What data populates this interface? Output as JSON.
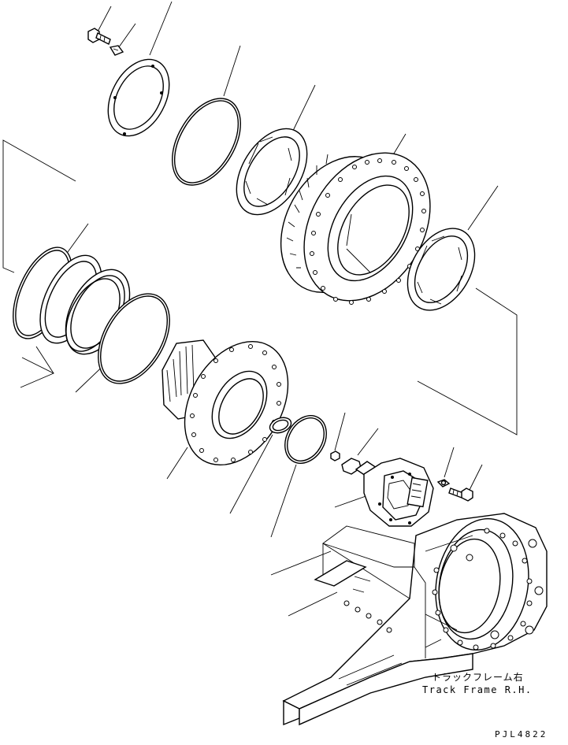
{
  "labels": {
    "track_frame_jp": "トラックフレーム右",
    "track_frame_en": "Track Frame R.H.",
    "drawing_code": "PJL4822"
  }
}
